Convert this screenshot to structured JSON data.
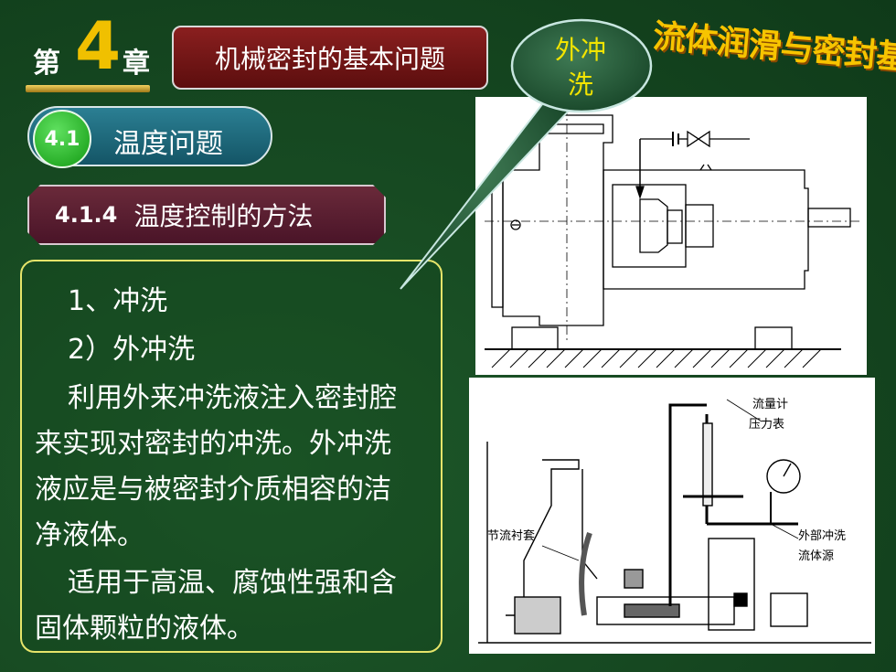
{
  "chapter": {
    "prefix": "第",
    "number": "4",
    "suffix": "章"
  },
  "title": "机械密封的基本问题",
  "brand": "流体润滑与密封基础",
  "section": {
    "number": "4.1",
    "title": "温度问题"
  },
  "subsection": {
    "number": "4.1.4",
    "title": "温度控制的方法"
  },
  "callout": {
    "line1": "外冲",
    "line2": "洗"
  },
  "content": {
    "heading1": "1、冲洗",
    "heading2": "2）外冲洗",
    "p1_lines": [
      "利用外来冲洗液注入密封腔",
      "来实现对密封的冲洗。外冲洗",
      "液应是与被密封介质相容的洁",
      "净液体。"
    ],
    "p2_lines": [
      "适用于高温、腐蚀性强和含",
      "固体颗粒的液体。"
    ]
  },
  "diagram2_labels": {
    "flowmeter": "流量计",
    "gauge": "压力表",
    "bushing": "节流衬套",
    "source1": "外部冲洗",
    "source2": "流体源"
  },
  "colors": {
    "background": "#174a22",
    "accent_yellow": "#f0c000",
    "title_red": "#7a1818",
    "section_teal": "#1f6f82"
  }
}
